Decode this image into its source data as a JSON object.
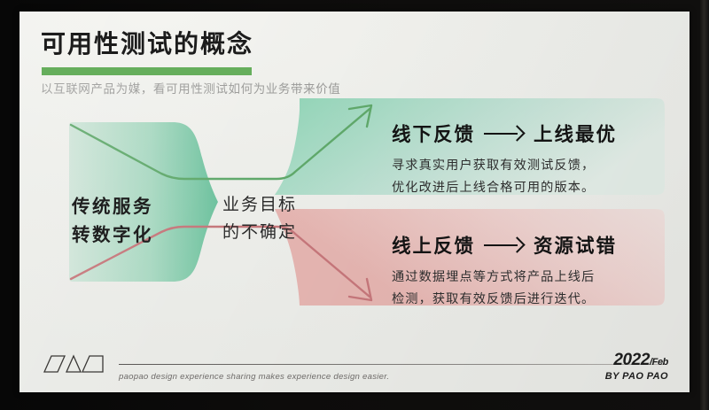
{
  "slide": {
    "title": "可用性测试的概念",
    "subtitle": "以互联网产品为媒，看可用性测试如何为业务带来价值"
  },
  "diagram": {
    "left_block": {
      "line1": "传统服务",
      "line2": "转数字化"
    },
    "middle_block": {
      "line1": "业务目标",
      "line2": "的不确定"
    },
    "branches": [
      {
        "id": "offline",
        "head_left": "线下反馈",
        "head_right": "上线最优",
        "desc_line1": "寻求真实用户获取有效测试反馈，",
        "desc_line2": "优化改进后上线合格可用的版本。",
        "accent": "#7ec9a8"
      },
      {
        "id": "online",
        "head_left": "线上反馈",
        "head_right": "资源试错",
        "desc_line1": "通过数据埋点等方式将产品上线后",
        "desc_line2": "检测，获取有效反馈后进行迭代。",
        "accent": "#dba9a6"
      }
    ]
  },
  "footer": {
    "tagline": "paopao design experience sharing makes experience design easier.",
    "year": "2022",
    "month": "/Feb",
    "by": "BY PAO PAO"
  },
  "colors": {
    "title_underline": "#5aa84f",
    "green_shape": "#7ec9a8",
    "pink_shape": "#dba9a6",
    "green_arrow": "#5fa86a",
    "pink_arrow": "#c5767a",
    "slide_bg": "#eeefea"
  }
}
